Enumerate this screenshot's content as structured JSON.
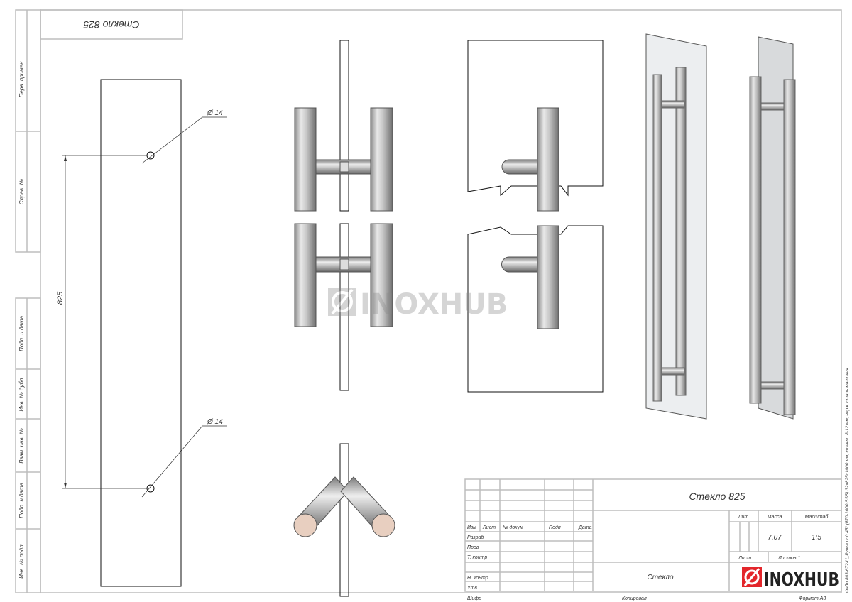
{
  "top_label": "Стекло 825",
  "side_strip": [
    "Перв. примен",
    "Справ. №",
    "Подп. и дата",
    "Инв. № дубл.",
    "Взам. инв. №",
    "Подп. и дата",
    "Инв. № подл."
  ],
  "dimensions": {
    "hole_top": "Ø 14",
    "hole_bottom": "Ø 14",
    "spacing": "825"
  },
  "watermark": "INOXHUB",
  "title_block": {
    "title": "Стекло 825",
    "headers": {
      "izm": "Изм",
      "list": "Лист",
      "doc": "№ докум",
      "sign": "Подп",
      "date": "Дата"
    },
    "roles": {
      "razrab": "Разраб",
      "prov": "Пров",
      "tkontr": "Т. контр",
      "nkontr": "Н. контр",
      "utv": "Утв"
    },
    "lit_label": "Лит",
    "mass_label": "Масса",
    "scale_label": "Масштаб",
    "mass": "7.07",
    "scale": "1:5",
    "sheet_label": "Лист",
    "sheets_label": "Листов 1",
    "material": "Стекло",
    "logo": "INOXHUB",
    "brand_color": "#e3262b"
  },
  "footer": {
    "cipher": "Шифр",
    "copied": "Копировал",
    "format": "Формат А3"
  },
  "file_caption": "Файл 803-672-U_Ручка под 45° (670-1000 SSS) 32x825x1000 мм; стекло 8-12 мм; нерж. сталь матовая"
}
